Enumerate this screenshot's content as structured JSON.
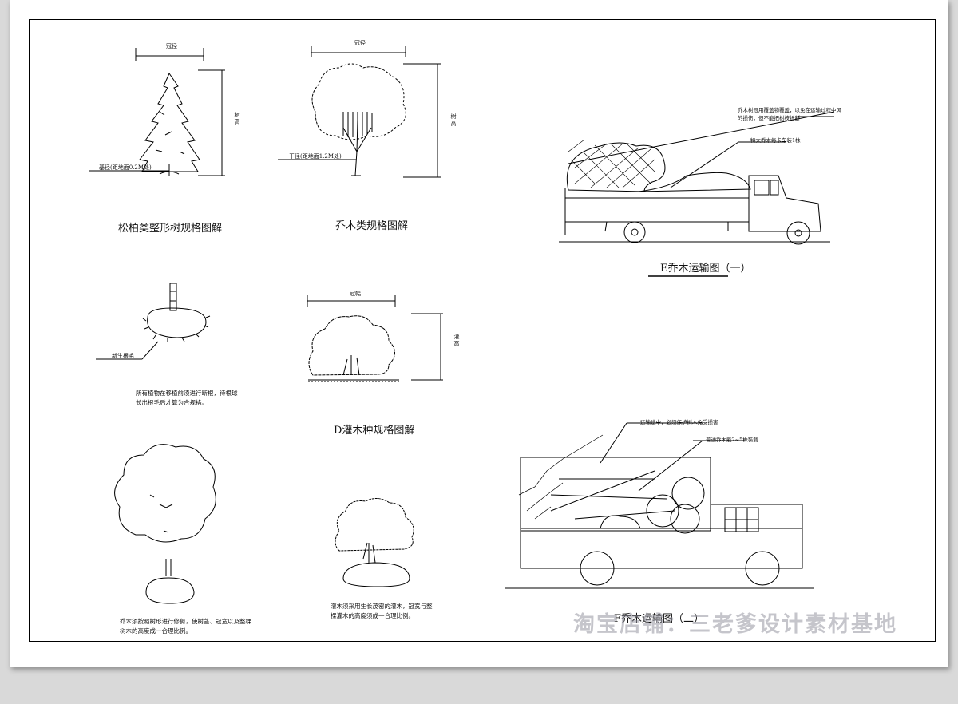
{
  "labels": {
    "crown_width": "冠径",
    "tree_height": "树高",
    "base_diameter": "基径(距地面0.2M处)",
    "trunk_diameter": "干径(距地面1.2M处)",
    "shrub_width": "冠幅",
    "shrub_height": "灌高",
    "new_root_hair": "新生根毛"
  },
  "titles": {
    "conifer": "松柏类整形树规格图解",
    "tree": "乔木类规格图解",
    "shrub": "D灌木种规格图解",
    "transport_1": "E乔木运输图（一）",
    "transport_2": "F乔木运输图（二）"
  },
  "notes": {
    "root_pruning": "所有植物在移植前须进行断根，待根球长出根毛后才算为合规格。",
    "tree_pruning": "乔木须按照树形进行修剪，使树茎、冠宽以及整棵树木的高度成一合理比例。",
    "shrub_selection": "灌木须采用生长茂密的灌木，冠宽与整棵灌木的高度须成一合理比例。",
    "truck1_cover": "乔木树冠用覆盖物覆盖，以免在运输过程中风的损伤，但不能把树枝折断",
    "truck1_count": "特大乔木每卡车装1株",
    "truck2_protect": "运输途中，必须保护树木免受损害",
    "truck2_count": "普通乔木能2~5株装载"
  },
  "watermark": "淘宝店铺：三老爹设计素材基地"
}
